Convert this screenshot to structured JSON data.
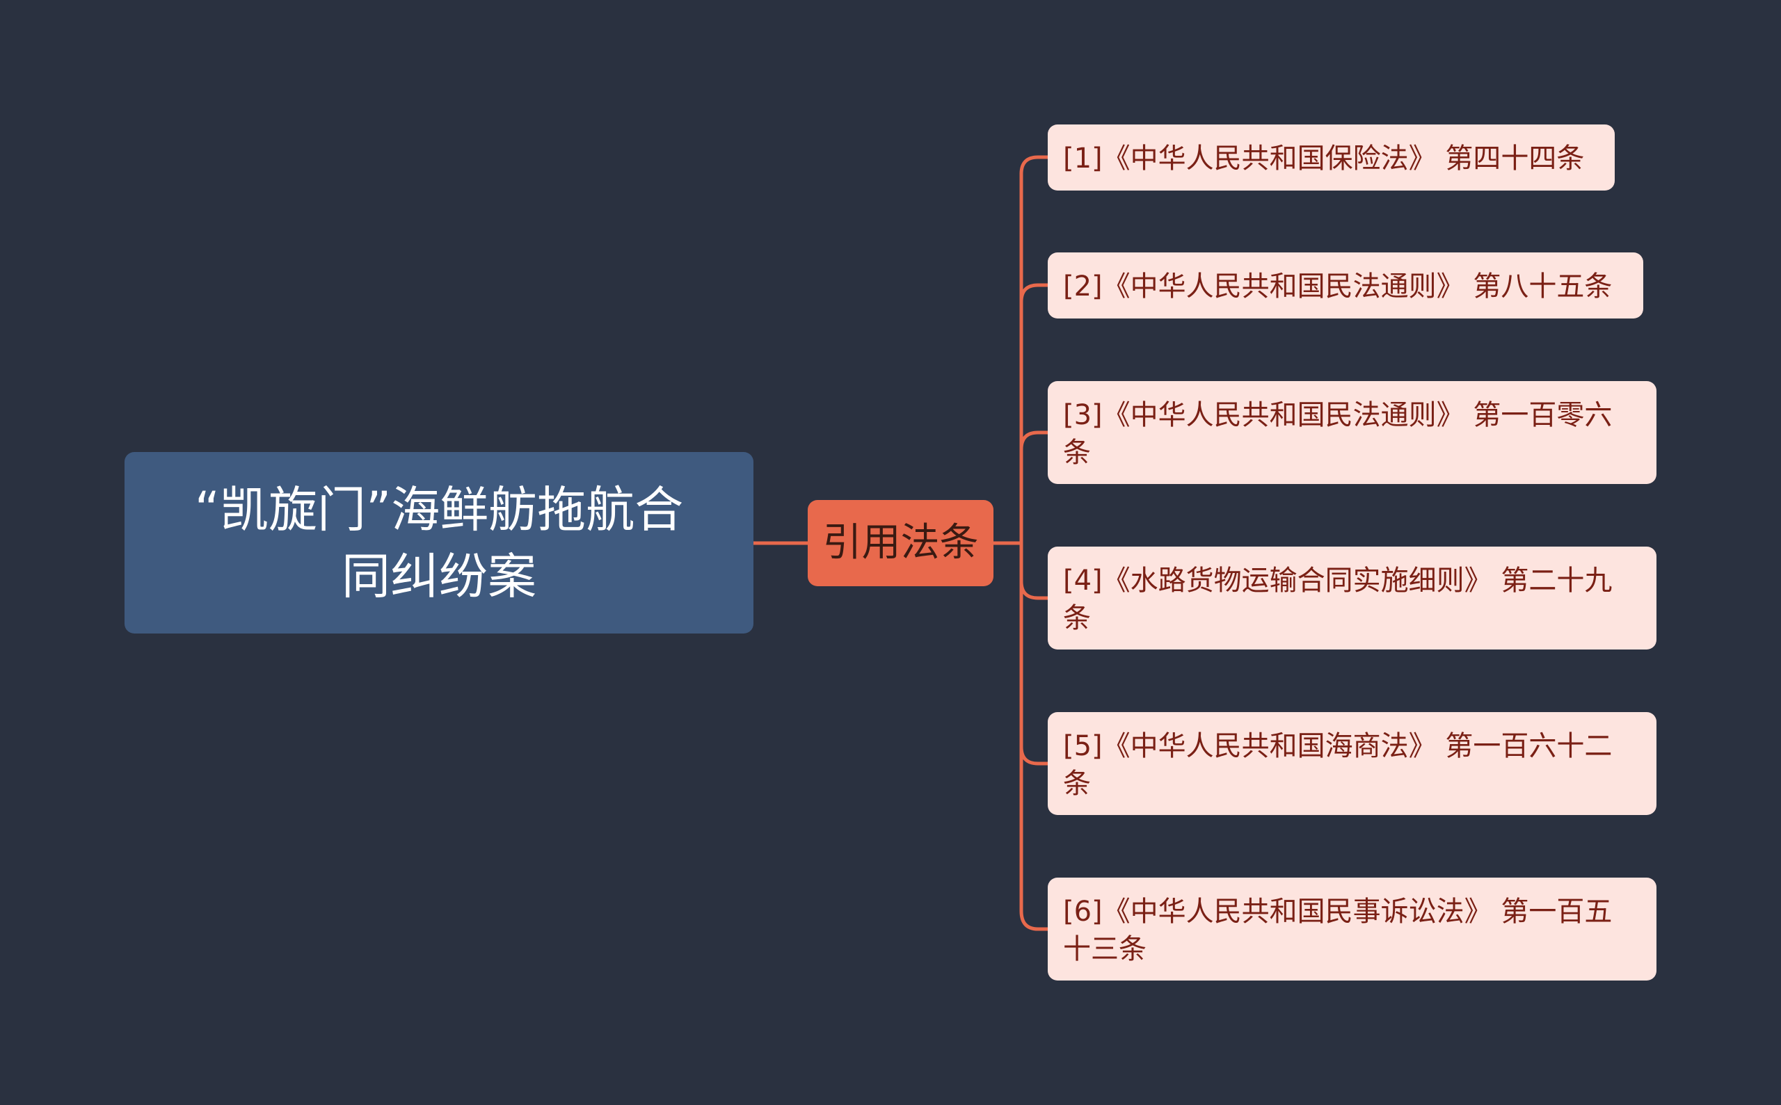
{
  "colors": {
    "background": "#2a3140",
    "root_fill": "#3f5a7f",
    "root_text": "#ffffff",
    "branch_fill": "#e8694c",
    "branch_text": "#3a1a12",
    "leaf_fill": "#fde4df",
    "leaf_text": "#7a2015",
    "connector": "#e8694c"
  },
  "root": {
    "line1": "“凯旋门”海鲜舫拖航合",
    "line2": "同纠纷案"
  },
  "branch": {
    "label": "引用法条"
  },
  "leaves": [
    {
      "text": "[1]《中华人民共和国保险法》 第四十四条"
    },
    {
      "text": "[2]《中华人民共和国民法通则》 第八十五条"
    },
    {
      "text": "[3]《中华人民共和国民法通则》 第一百零六\n条"
    },
    {
      "text": "[4]《水路货物运输合同实施细则》 第二十九\n条"
    },
    {
      "text": "[5]《中华人民共和国海商法》 第一百六十二\n条"
    },
    {
      "text": "[6]《中华人民共和国民事诉讼法》 第一百五\n十三条"
    }
  ]
}
